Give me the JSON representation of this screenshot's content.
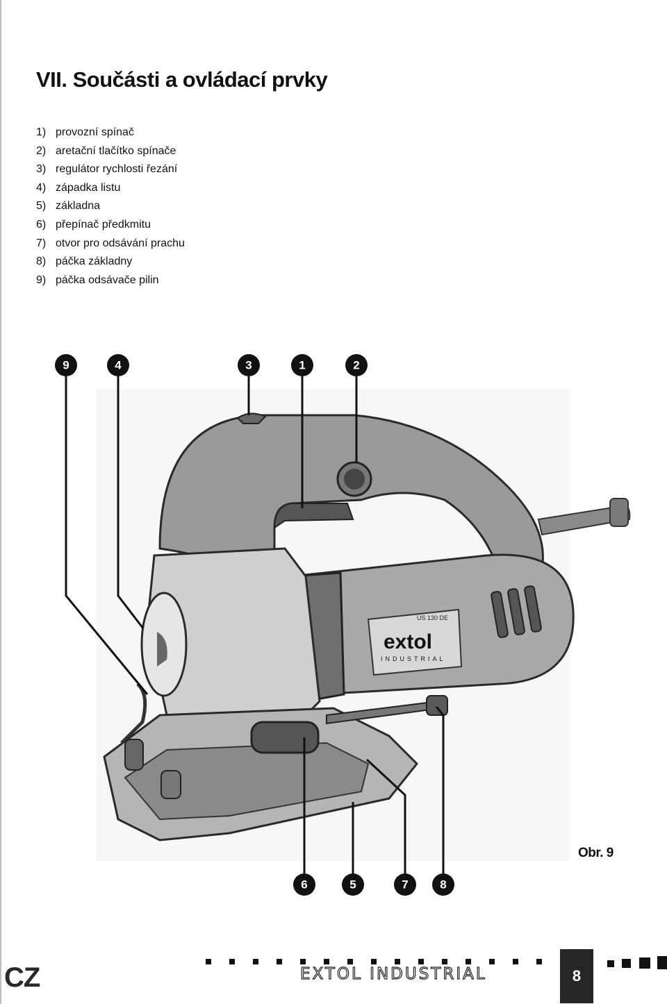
{
  "section": {
    "title": "VII. Součásti a ovládací prvky"
  },
  "parts": [
    {
      "num": "1)",
      "label": "provozní spínač"
    },
    {
      "num": "2)",
      "label": "aretační tlačítko spínače"
    },
    {
      "num": "3)",
      "label": "regulátor rychlosti řezání"
    },
    {
      "num": "4)",
      "label": "západka listu"
    },
    {
      "num": "5)",
      "label": "základna"
    },
    {
      "num": "6)",
      "label": "přepínač předkmitu"
    },
    {
      "num": "7)",
      "label": "otvor pro odsávání prachu"
    },
    {
      "num": "8)",
      "label": "páčka základny"
    },
    {
      "num": "9)",
      "label": "páčka odsávače pilin"
    }
  ],
  "figure": {
    "top_callouts": [
      "9",
      "4",
      "3",
      "1",
      "2"
    ],
    "bottom_callouts": [
      "6",
      "5",
      "7",
      "8"
    ],
    "tool_label_model": "US 130 DE",
    "tool_label_brand": "extol",
    "tool_label_sub": "INDUSTRIAL",
    "caption": "Obr. 9"
  },
  "footer": {
    "language": "CZ",
    "brand": "EXTOL INDUSTRIAL",
    "page_number": "8"
  }
}
